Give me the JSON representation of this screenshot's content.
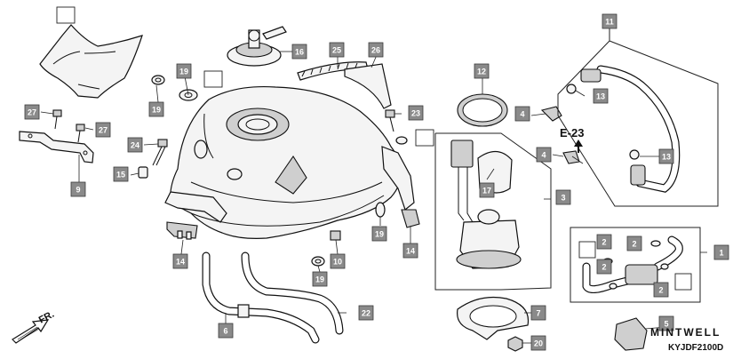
{
  "diagram": {
    "ref_label": "E-23",
    "direction_label": "FR.",
    "watermark": "MINTWELL",
    "diagram_code": "KYJDF2100D",
    "callouts": [
      {
        "id": "c16",
        "label": "16"
      },
      {
        "id": "c25",
        "label": "25"
      },
      {
        "id": "c26",
        "label": "26"
      },
      {
        "id": "c19a",
        "label": "19"
      },
      {
        "id": "c19b",
        "label": "19"
      },
      {
        "id": "c27a",
        "label": "27"
      },
      {
        "id": "c27b",
        "label": "27"
      },
      {
        "id": "c24",
        "label": "24"
      },
      {
        "id": "c15",
        "label": "15"
      },
      {
        "id": "c9",
        "label": "9"
      },
      {
        "id": "c23",
        "label": "23"
      },
      {
        "id": "c12",
        "label": "12"
      },
      {
        "id": "c11",
        "label": "11"
      },
      {
        "id": "c13a",
        "label": "13"
      },
      {
        "id": "c13b",
        "label": "13"
      },
      {
        "id": "c4a",
        "label": "4"
      },
      {
        "id": "c4b",
        "label": "4"
      },
      {
        "id": "c17",
        "label": "17"
      },
      {
        "id": "c3",
        "label": "3"
      },
      {
        "id": "c14a",
        "label": "14"
      },
      {
        "id": "c14b",
        "label": "14"
      },
      {
        "id": "c19c",
        "label": "19"
      },
      {
        "id": "c19d",
        "label": "19"
      },
      {
        "id": "c10",
        "label": "10"
      },
      {
        "id": "c6",
        "label": "6"
      },
      {
        "id": "c22",
        "label": "22"
      },
      {
        "id": "c7",
        "label": "7"
      },
      {
        "id": "c20",
        "label": "20"
      },
      {
        "id": "c1",
        "label": "1"
      },
      {
        "id": "c2a",
        "label": "2"
      },
      {
        "id": "c2b",
        "label": "2"
      },
      {
        "id": "c2c",
        "label": "2"
      },
      {
        "id": "c2d",
        "label": "2"
      },
      {
        "id": "c5",
        "label": "5"
      }
    ]
  }
}
